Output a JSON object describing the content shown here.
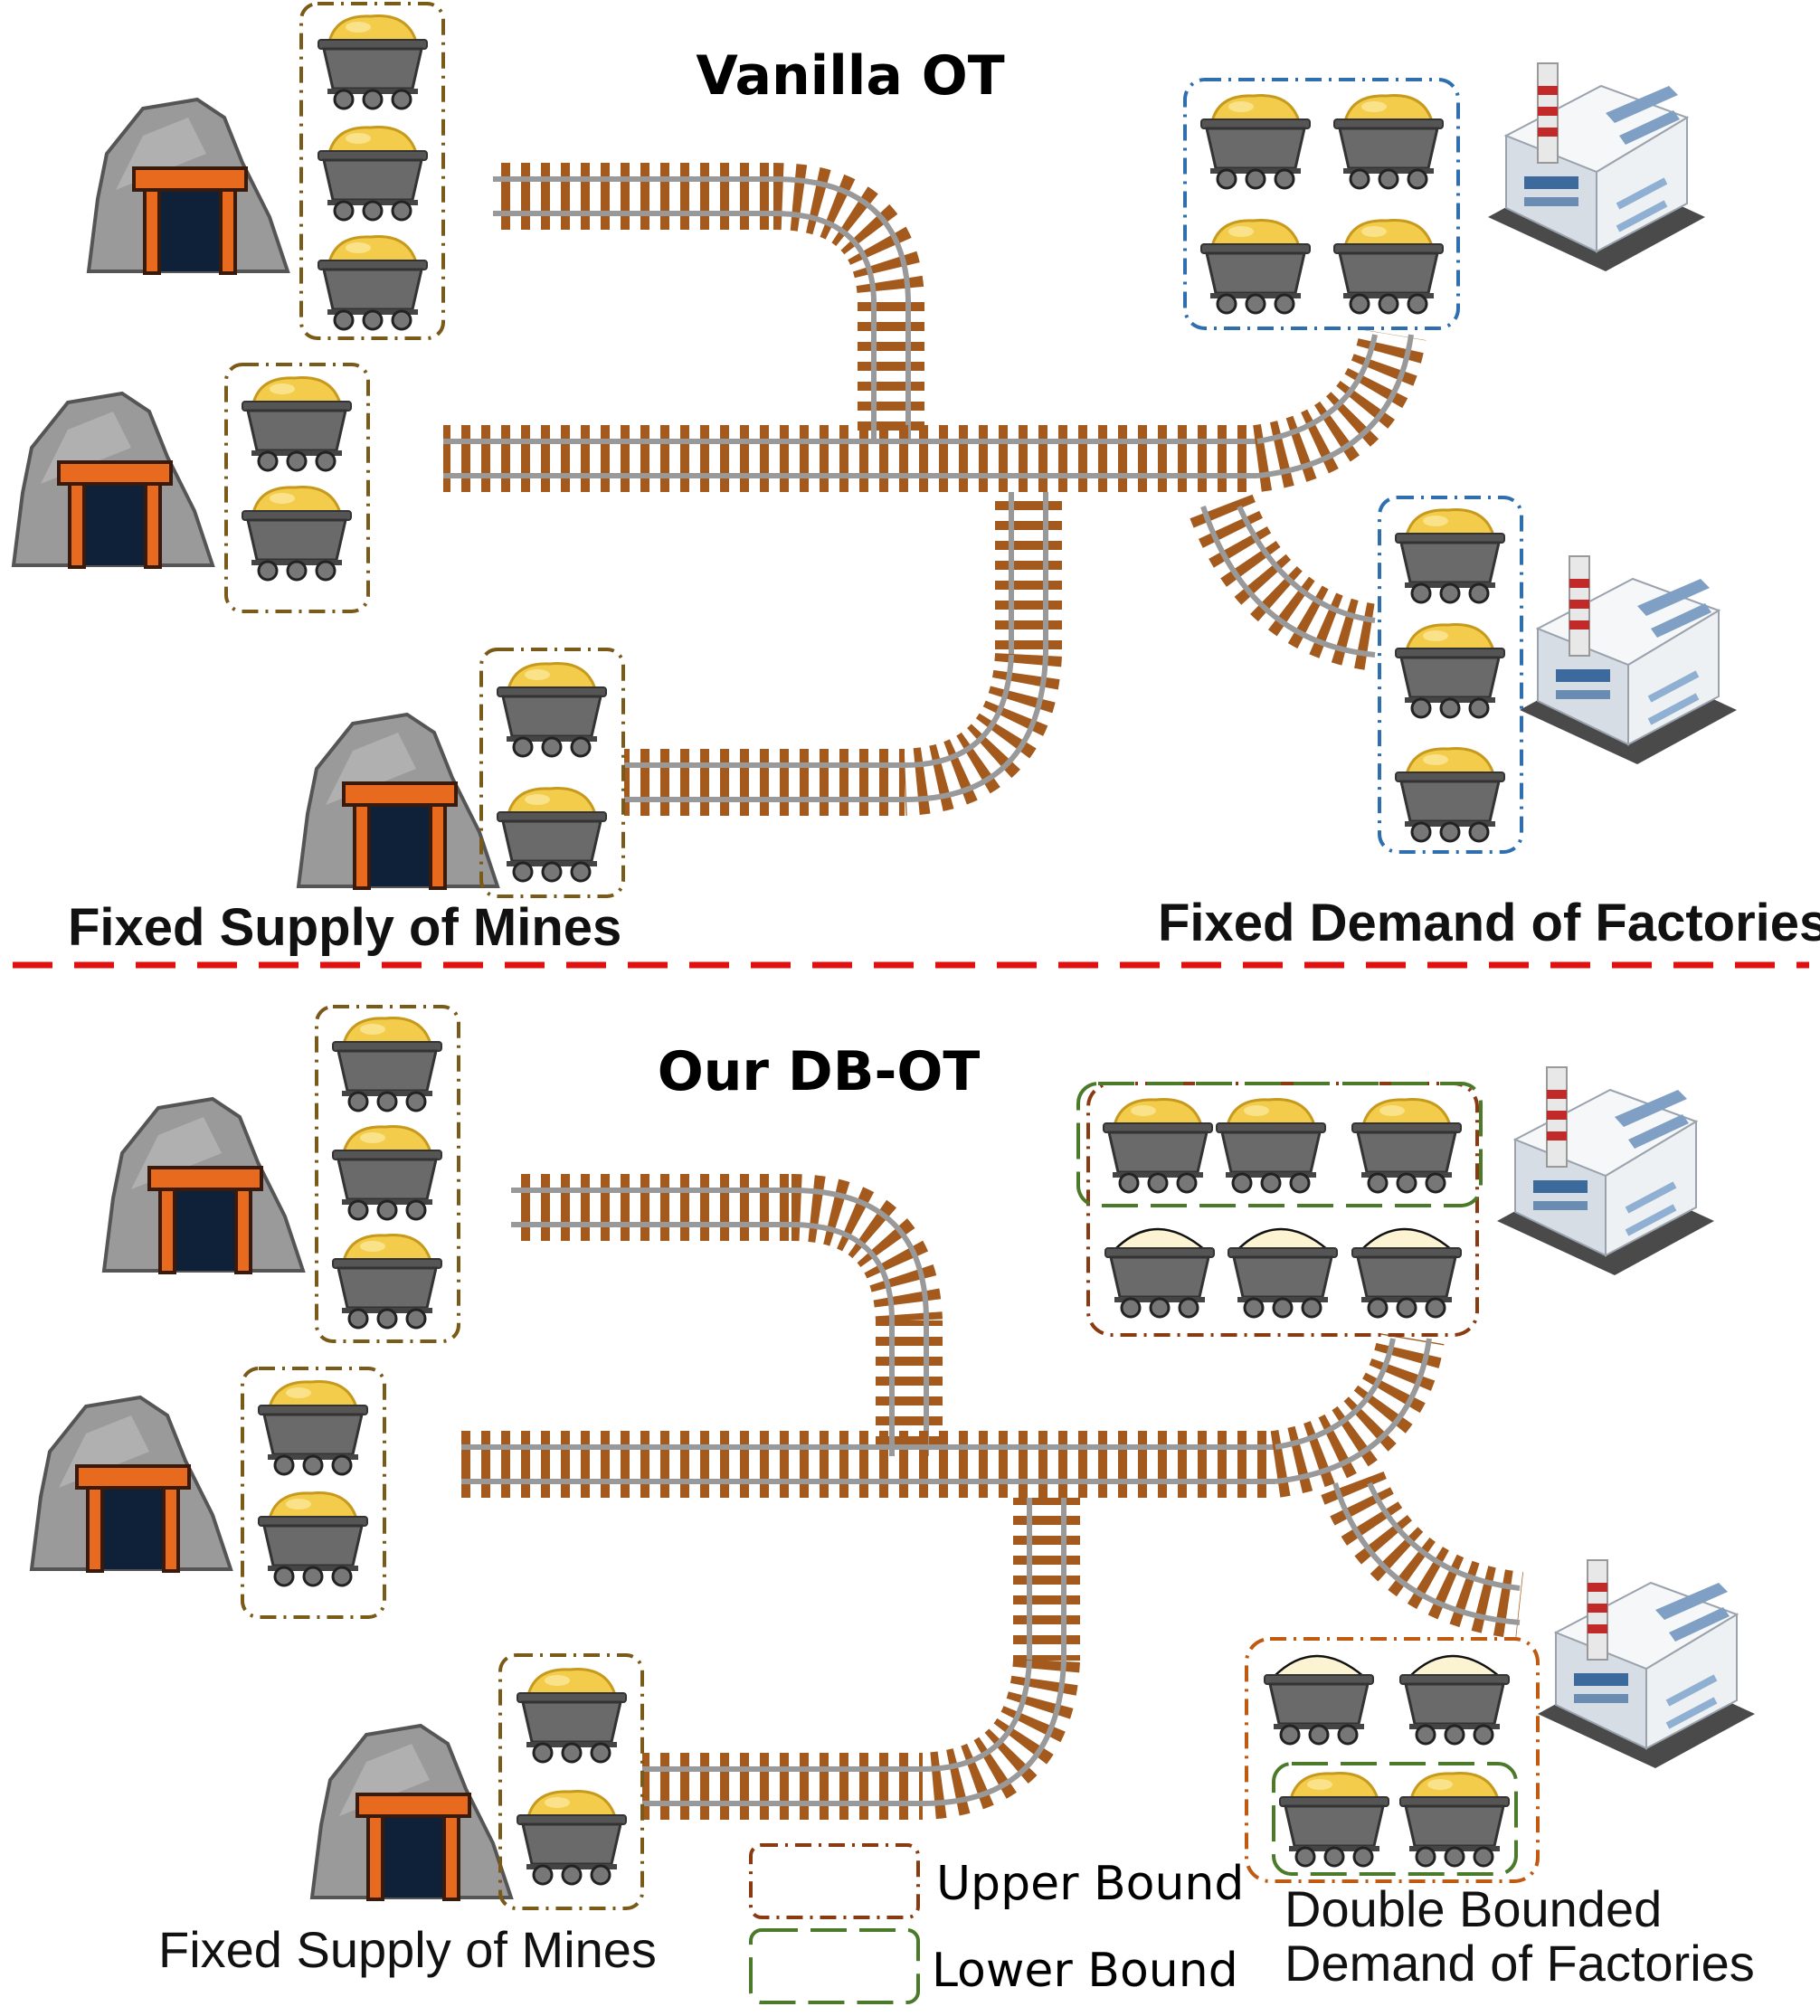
{
  "top_panel": {
    "title": "Vanilla OT",
    "supply_caption": "Fixed Supply of Mines",
    "demand_caption": "Fixed Demand of Factories"
  },
  "bottom_panel": {
    "title": "Our DB-OT",
    "supply_caption": "Fixed Supply of Mines",
    "demand_caption_line1": "Double Bounded",
    "demand_caption_line2": "Demand of Factories"
  },
  "legend": {
    "upper_label": "Upper Bound",
    "lower_label": "Lower Bound"
  },
  "colors": {
    "supply_box": "#7a5a18",
    "demand_box": "#2f6fb0",
    "upper_bound_box": "#8a3a10",
    "lower_bound_box": "#4a7a2a",
    "divider": "#e01010",
    "track_tie": "#a35a1c",
    "rail": "#9a9a9a",
    "coal": "#f2cc4a",
    "cart": "#6a6a6a",
    "mine_rock": "#9a9a9a",
    "mine_beam": "#e86a1e",
    "factory": "#dfe4ea"
  },
  "icons": [
    "mine-icon",
    "cart-icon",
    "factory-icon",
    "railway-track"
  ]
}
